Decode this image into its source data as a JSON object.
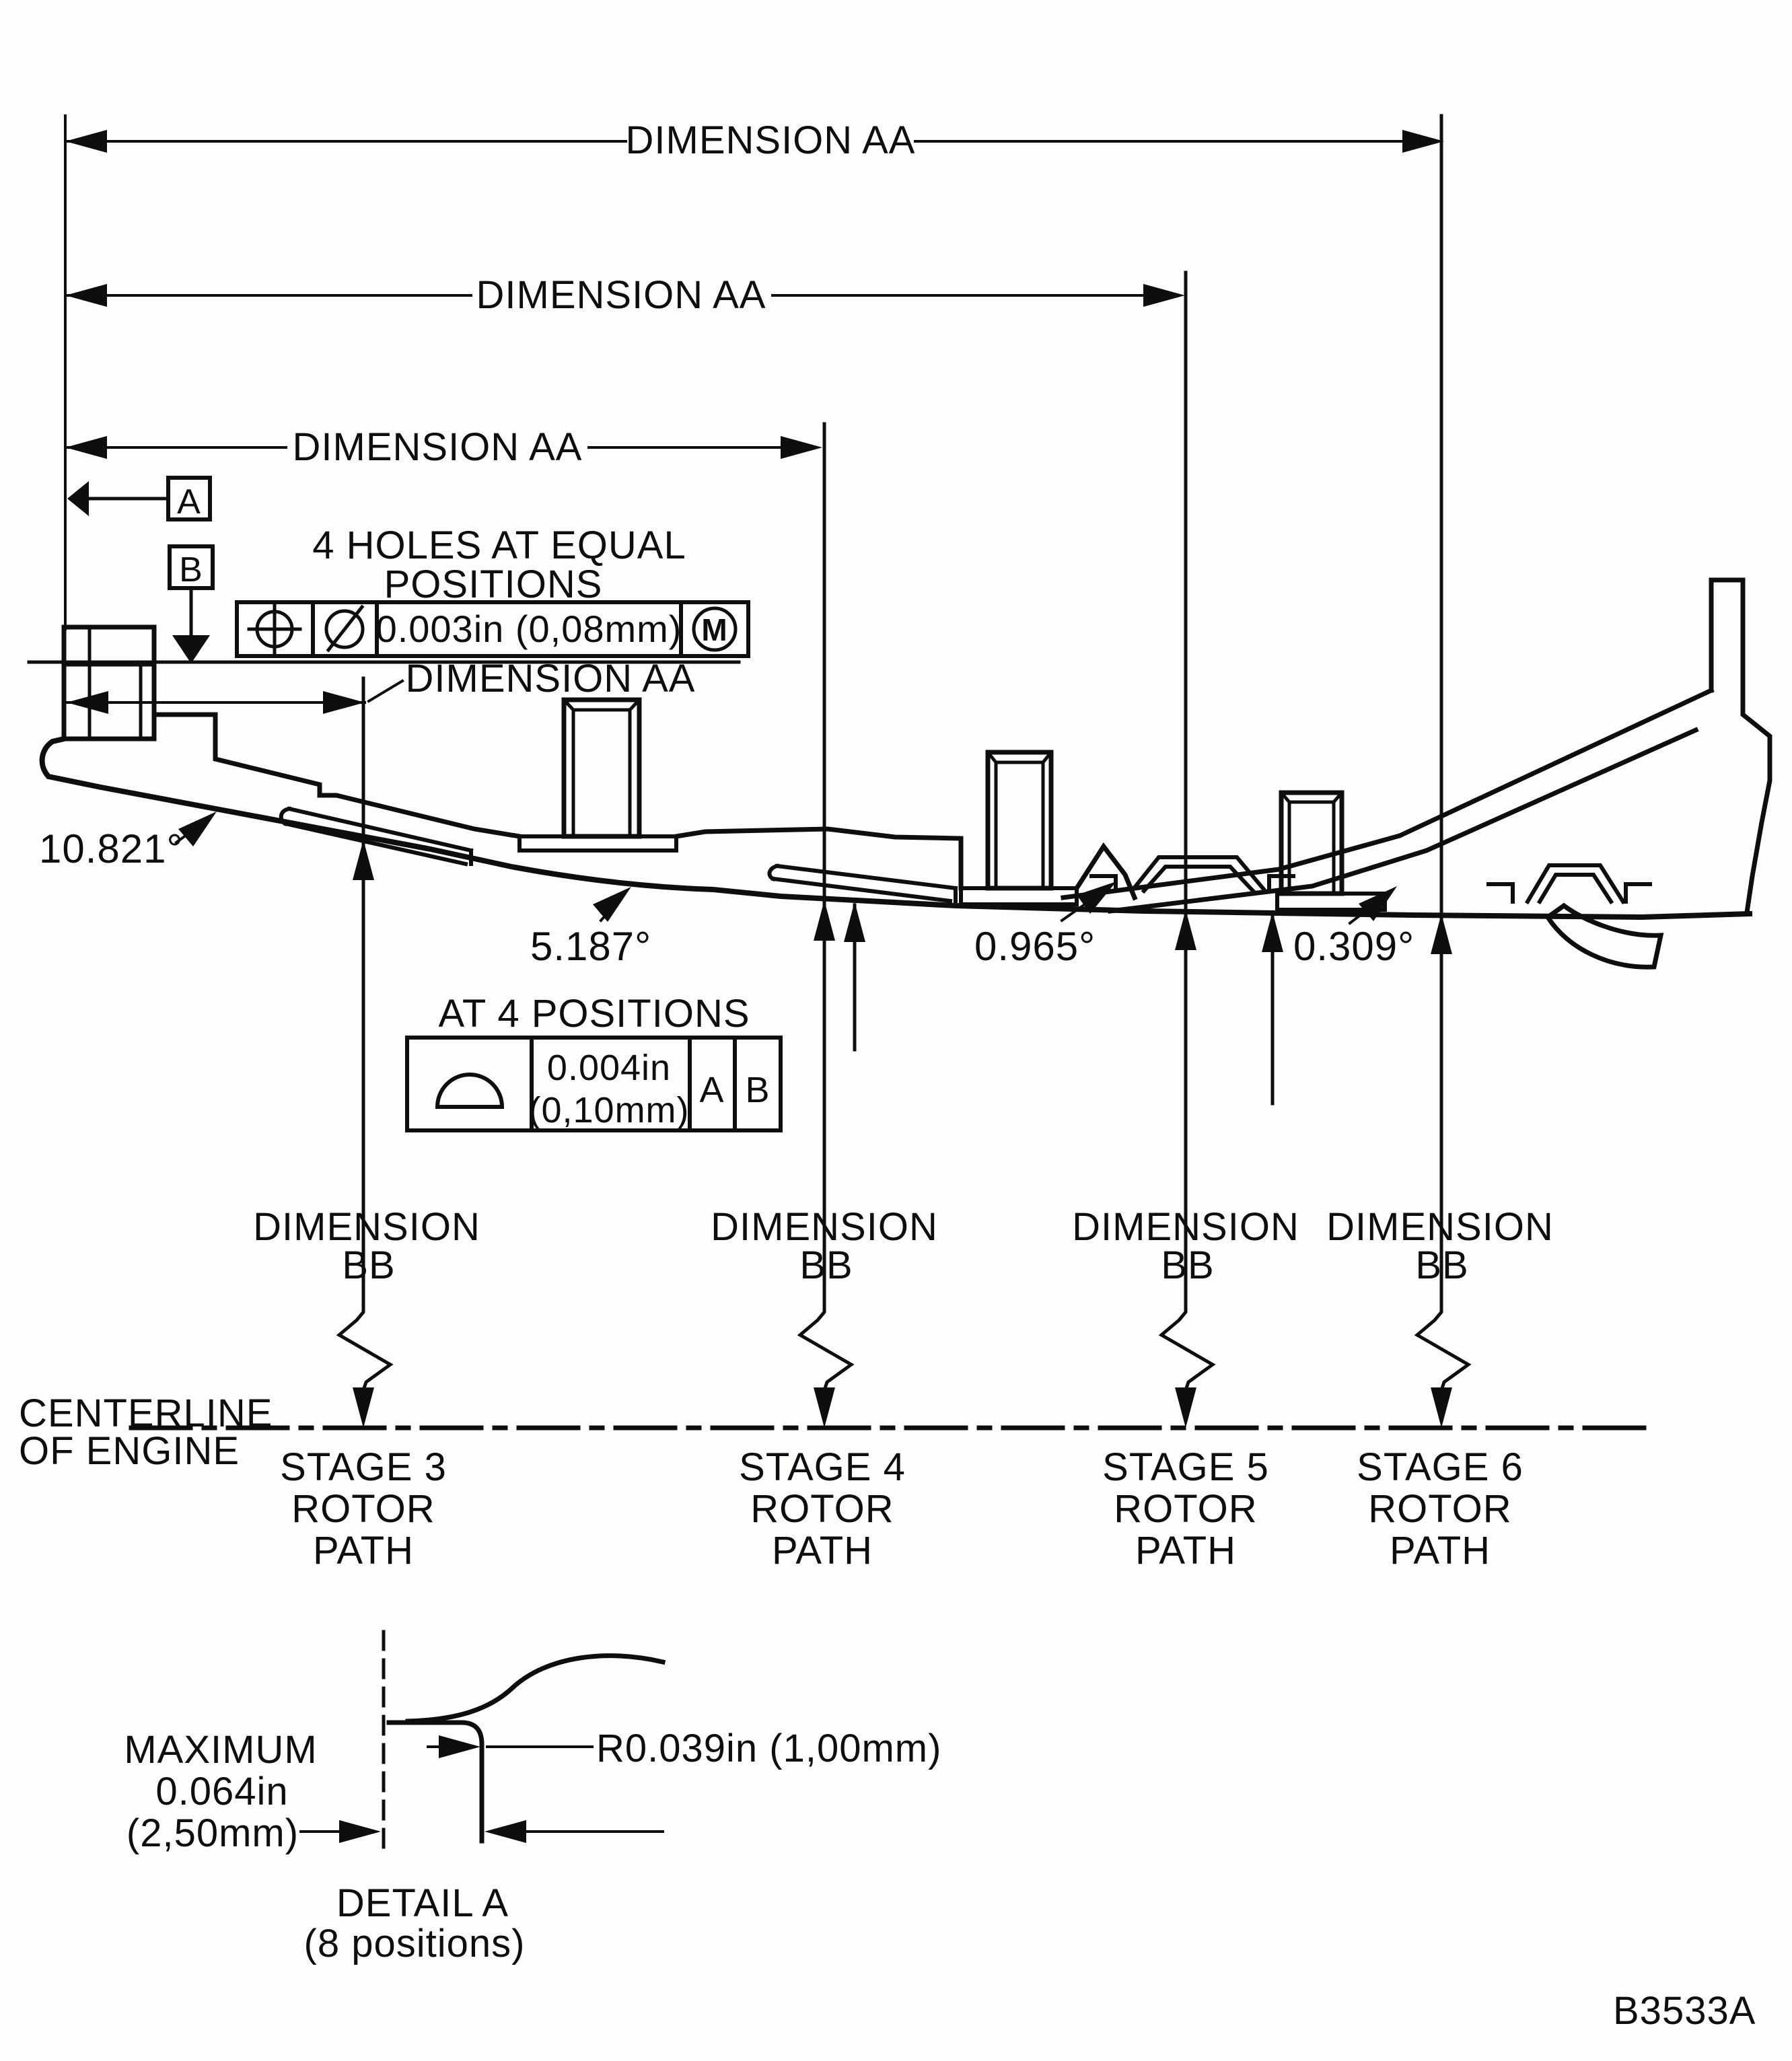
{
  "figure_ref": "B3533A",
  "dimensions": {
    "aa_label": "DIMENSION AA",
    "bb_line1": "DIMENSION",
    "bb_line2": "BB"
  },
  "datums": {
    "a": "A",
    "b": "B"
  },
  "feature_control_frames": {
    "holes_note_line1": "4 HOLES AT EQUAL",
    "holes_note_line2": "POSITIONS",
    "position_tolerance": "0.003in (0,08mm)",
    "material_modifier": "M",
    "profile_note": "AT 4 POSITIONS",
    "profile_tolerance_in": "0.004in",
    "profile_tolerance_mm": "(0,10mm)",
    "profile_datum_1": "A",
    "profile_datum_2": "B"
  },
  "icons": {
    "fcf1_symbol_1": "position-tolerance-icon",
    "fcf1_symbol_2": "diameter-icon",
    "fcf1_symbol_3": "circled-m-mmc-icon",
    "fcf2_symbol_1": "profile-of-a-line-icon",
    "datum_triangles": "filled-datum-triangle-icon"
  },
  "angles": [
    "10.821°",
    "5.187°",
    "0.965°",
    "0.309°"
  ],
  "centerline": {
    "line1": "CENTERLINE",
    "line2": "OF ENGINE"
  },
  "stages": [
    {
      "name": "STAGE 3",
      "line2": "ROTOR",
      "line3": "PATH"
    },
    {
      "name": "STAGE 4",
      "line2": "ROTOR",
      "line3": "PATH"
    },
    {
      "name": "STAGE 5",
      "line2": "ROTOR",
      "line3": "PATH"
    },
    {
      "name": "STAGE 6",
      "line2": "ROTOR",
      "line3": "PATH"
    }
  ],
  "detail_a": {
    "max_line1": "MAXIMUM",
    "max_line2": "0.064in",
    "max_line3": "(2,50mm)",
    "radius_note": "R0.039in (1,00mm)",
    "title": "DETAIL A",
    "subtitle": "(8 positions)"
  }
}
